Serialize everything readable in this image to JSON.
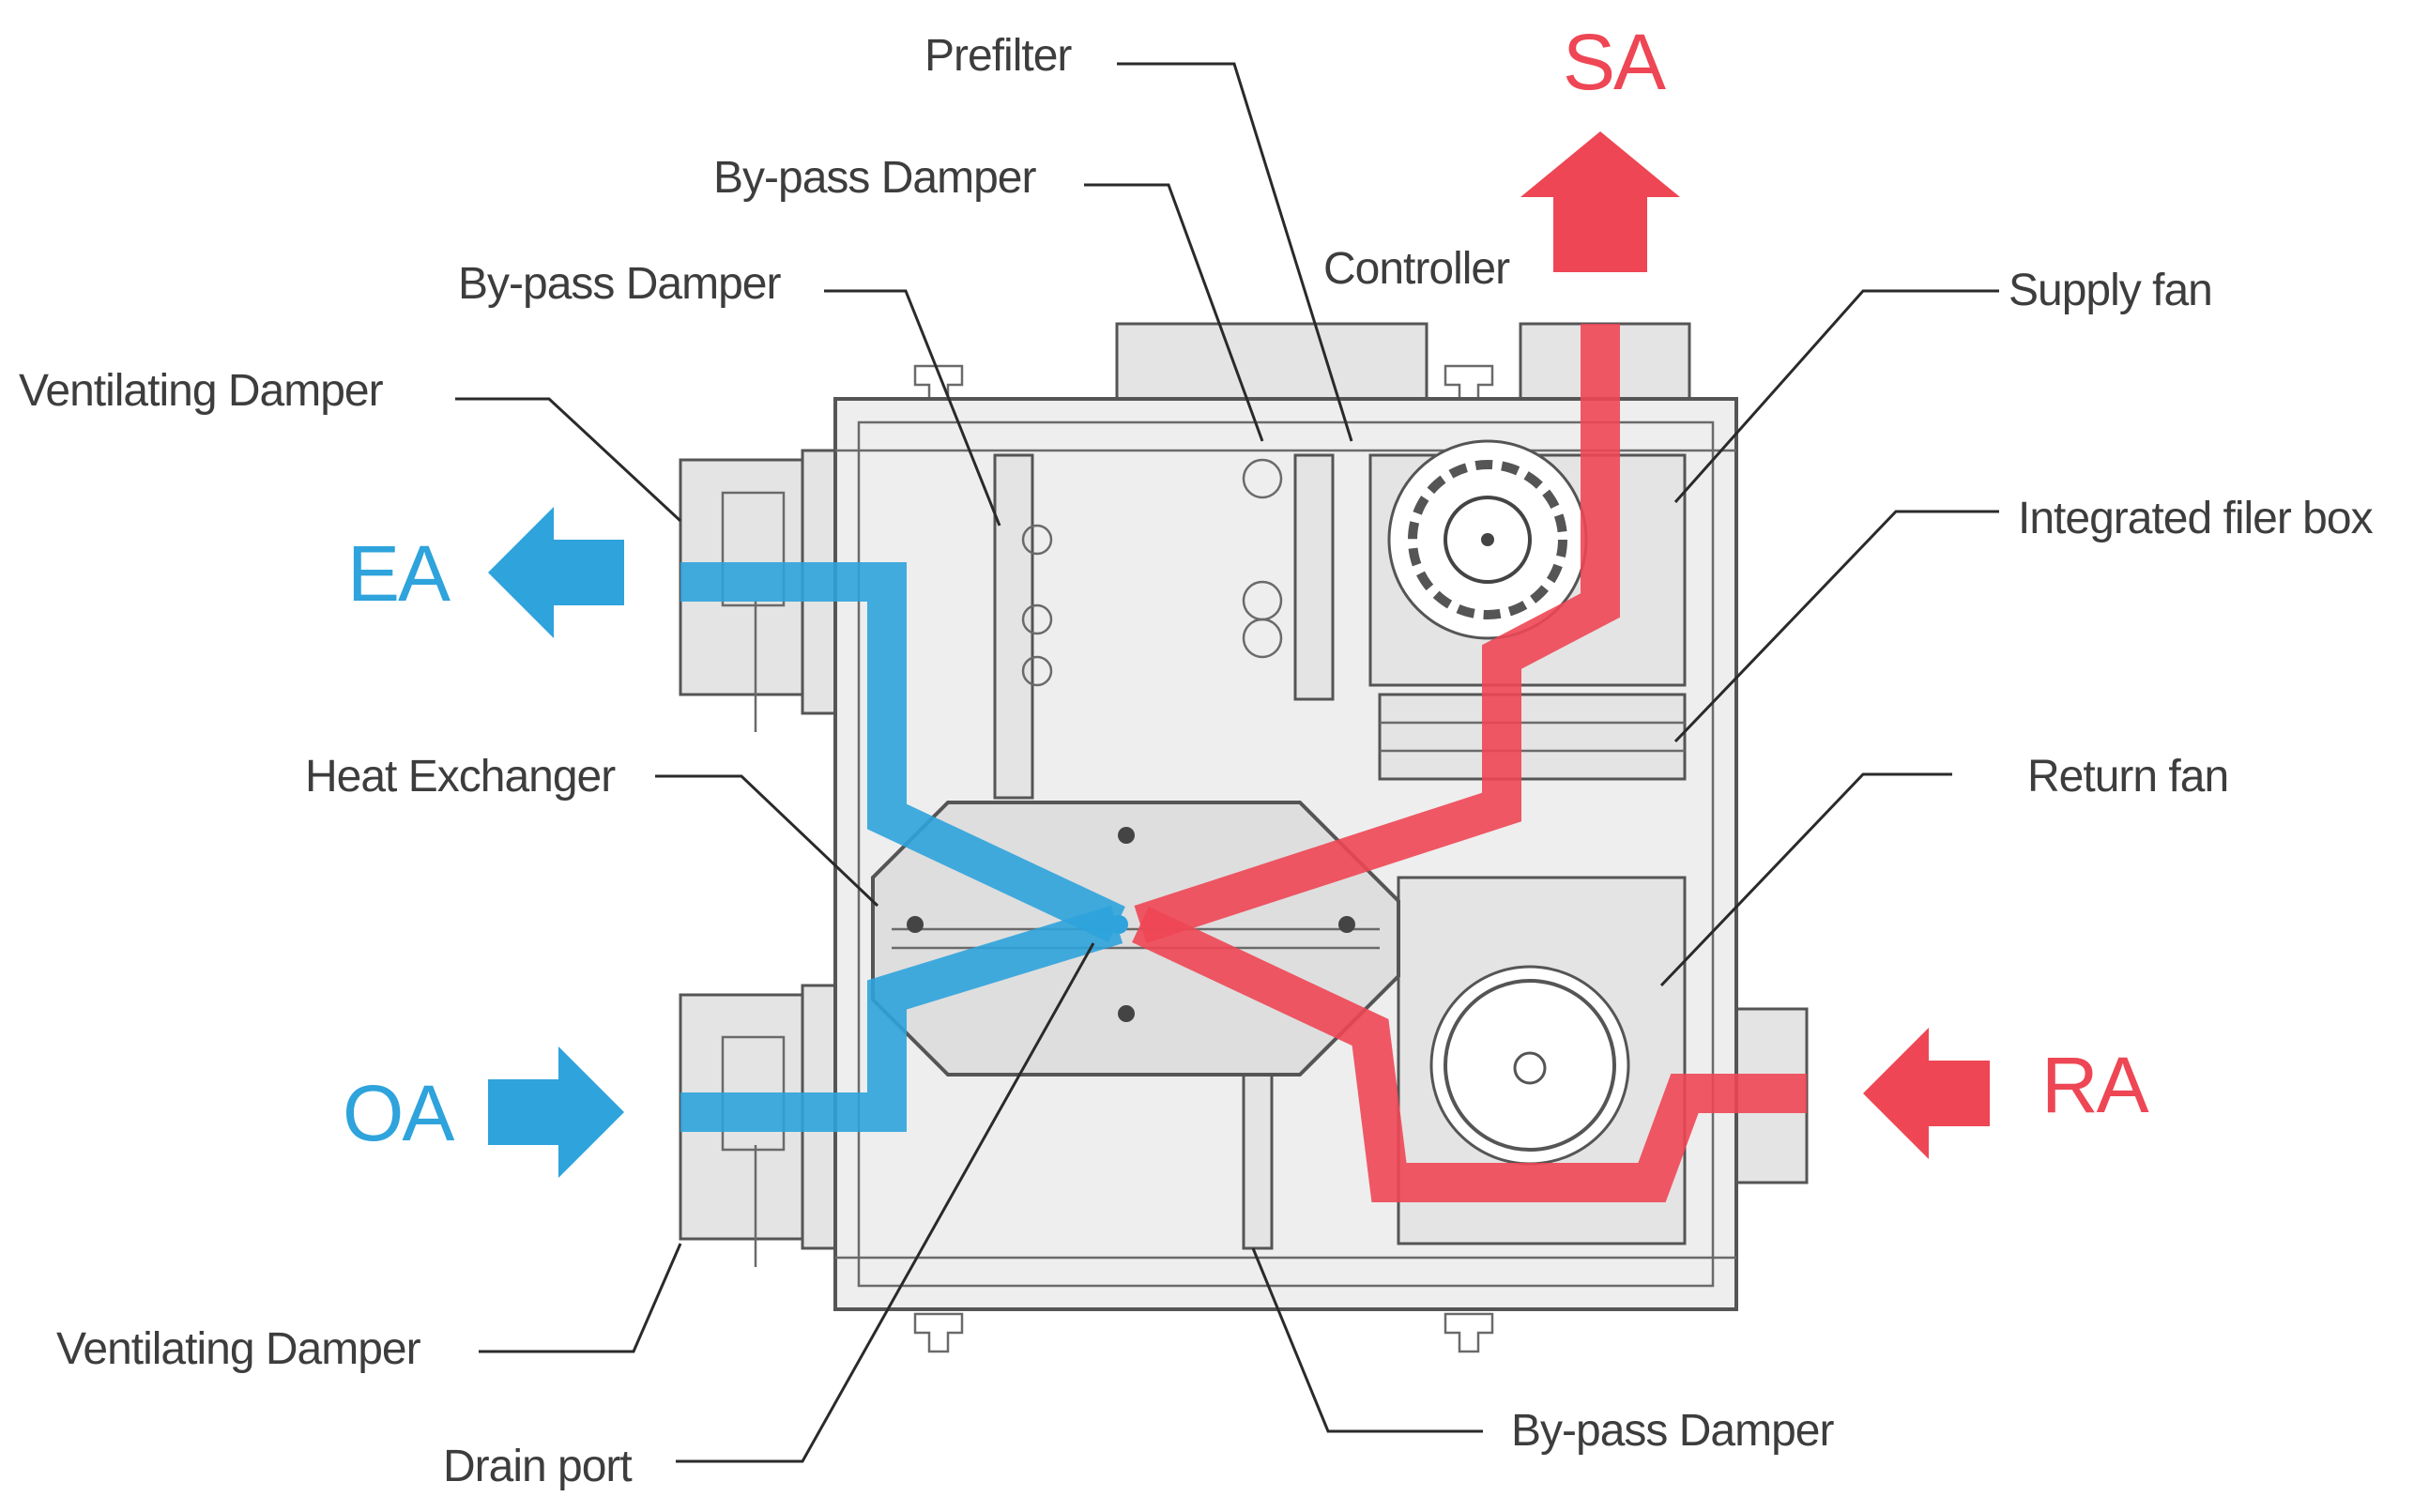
{
  "labels": {
    "prefilter": "Prefilter",
    "bypass_damper_upper": "By-pass Damper",
    "bypass_damper_mid": "By-pass Damper",
    "bypass_damper_lower": "By-pass Damper",
    "controller": "Controller",
    "supply_fan": "Supply fan",
    "ventilating_damper_top": "Ventilating Damper",
    "ventilating_damper_bottom": "Ventilating Damper",
    "integrated_filter_box": "Integrated filer box",
    "heat_exchanger": "Heat Exchanger",
    "return_fan": "Return fan",
    "drain_port": "Drain port"
  },
  "flows": {
    "sa": "SA",
    "ea": "EA",
    "oa": "OA",
    "ra": "RA"
  },
  "colors": {
    "exhaust_outdoor_blue": "#2ea3dc",
    "supply_return_red": "#ee4654",
    "housing_gray": "#eeeeee",
    "line_dark": "#2a2a2a"
  }
}
